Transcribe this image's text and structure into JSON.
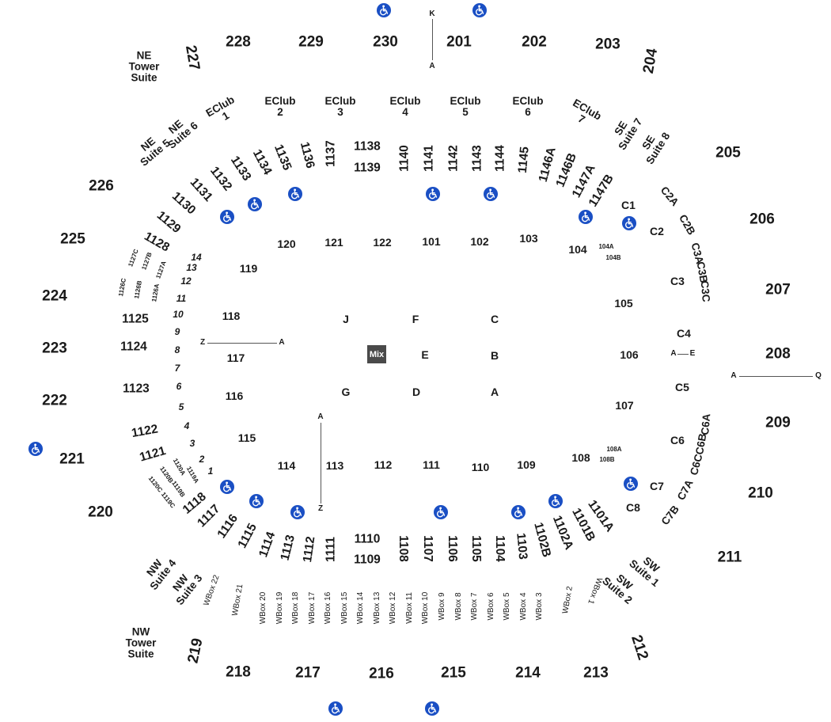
{
  "upper_sections": [
    "228",
    "229",
    "230",
    "201",
    "202",
    "203",
    "204",
    "205",
    "206",
    "207",
    "208",
    "209",
    "210",
    "211",
    "212",
    "213",
    "214",
    "215",
    "216",
    "217",
    "218",
    "219",
    "220",
    "221",
    "222",
    "223",
    "224",
    "225",
    "226",
    "227"
  ],
  "tower_suites": [
    "NE\nTower\nSuite",
    "NW\nTower\nSuite"
  ],
  "suites": [
    "NE\nSuite 6",
    "NE\nSuite 5",
    "SE\nSuite 7",
    "SE\nSuite 8",
    "NW\nSuite 4",
    "NW\nSuite 3",
    "SW\nSuite 2",
    "SW\nSuite 1"
  ],
  "eclubs": [
    "EClub\n1",
    "EClub\n2",
    "EClub\n3",
    "EClub\n4",
    "EClub\n5",
    "EClub\n6",
    "EClub\n7"
  ],
  "lower_sections": [
    "1129",
    "1130",
    "1131",
    "1132",
    "1133",
    "1134",
    "1135",
    "1136",
    "1137",
    "1138",
    "1139",
    "1140",
    "1141",
    "1142",
    "1143",
    "1144",
    "1145",
    "1146A",
    "1146B",
    "1147A",
    "1147B",
    "1128",
    "1125",
    "1124",
    "1123",
    "1122",
    "1121",
    "1118",
    "1117",
    "1116",
    "1115",
    "1114",
    "1113",
    "1112",
    "1111",
    "1110",
    "1109",
    "1108",
    "1107",
    "1106",
    "1105",
    "1104",
    "1103",
    "1102B",
    "1102A",
    "1101B",
    "1101A"
  ],
  "tiny_sections": [
    "1127C",
    "1127B",
    "1127A",
    "1126C",
    "1126B",
    "1126A",
    "1120A",
    "1119A",
    "1120B",
    "1119B",
    "1120C",
    "1119C",
    "104A",
    "104B",
    "108A",
    "108B"
  ],
  "corner_sections": [
    "C1",
    "C2",
    "C2A",
    "C2B",
    "C3A",
    "C3B",
    "C3C",
    "C3",
    "C4",
    "C5",
    "C6",
    "C6A",
    "C6B",
    "C6C",
    "C7",
    "C7A",
    "C7B",
    "C8"
  ],
  "wboxes": [
    "WBox 22",
    "WBox 21",
    "WBox 20",
    "WBox 19",
    "WBox 18",
    "WBox 17",
    "WBox 16",
    "WBox 15",
    "WBox 14",
    "WBox 13",
    "WBox 12",
    "WBox 11",
    "WBox 10",
    "WBox 9",
    "WBox 8",
    "WBox 7",
    "WBox 6",
    "WBox 5",
    "WBox 4",
    "WBox 3",
    "WBox 2",
    "WBox 1"
  ],
  "rows": [
    "14",
    "13",
    "12",
    "11",
    "10",
    "9",
    "8",
    "7",
    "6",
    "5",
    "4",
    "3",
    "2",
    "1"
  ],
  "floor_sections": [
    "120",
    "121",
    "122",
    "101",
    "102",
    "103",
    "104",
    "119",
    "118",
    "117",
    "116",
    "115",
    "114",
    "113",
    "112",
    "111",
    "110",
    "109",
    "108",
    "105",
    "106",
    "107"
  ],
  "floor_blocks": [
    "J",
    "F",
    "C",
    "E",
    "B",
    "G",
    "D",
    "A"
  ],
  "mix_label": "Mix",
  "markers": {
    "k": "K",
    "a_top": "A",
    "z_left": "Z",
    "a_left": "A",
    "a_lower": "A",
    "z_lower": "Z",
    "a_right": "A",
    "e_right": "E",
    "a_far": "A",
    "q_far": "Q"
  },
  "accessible_icon": "wheelchair-icon",
  "colors": {
    "accessible": "#1a4fc4",
    "mix_box": "#4a4a4a",
    "text": "#1a1a1a"
  }
}
